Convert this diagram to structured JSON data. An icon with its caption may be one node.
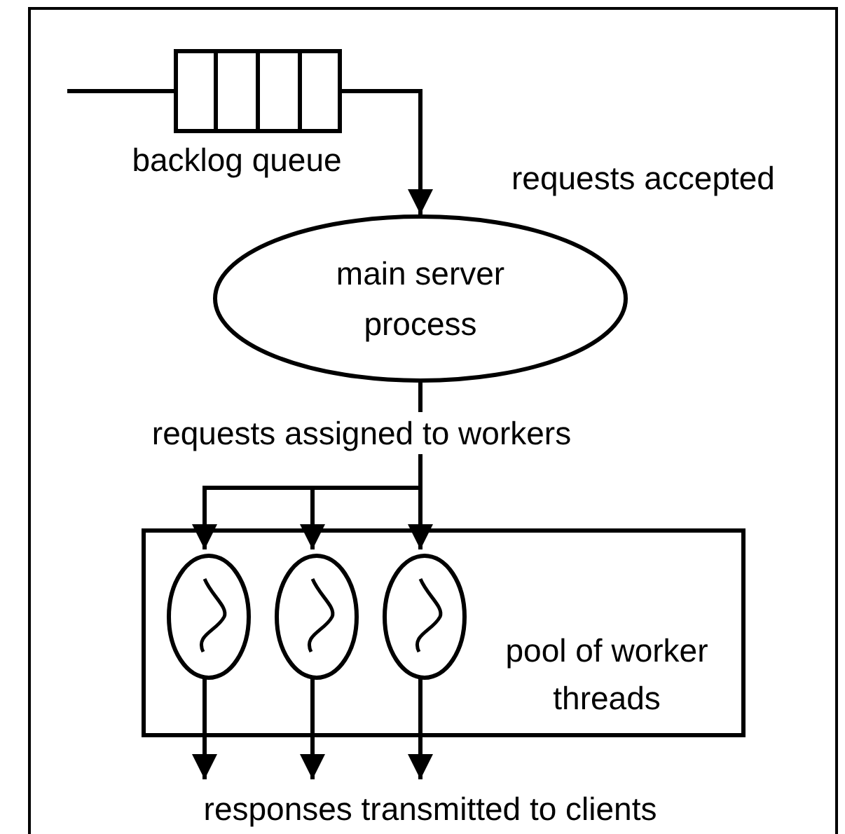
{
  "diagram": {
    "nodes": [
      {
        "text": [
          "backlog queue"
        ]
      },
      {
        "text": [
          "main server process"
        ]
      },
      {
        "text": [
          "pool of worker threads"
        ]
      },
      {
        "text": [],
        "shape": "ellipse",
        "in": 2
      },
      {
        "text": [],
        "shape": "ellipse",
        "in": 2
      },
      {
        "text": [],
        "shape": "ellipse",
        "in": 2
      },
      {
        "text": [
          "responses transmitted to clients"
        ]
      }
    ],
    "edges": [
      {
        "from": null,
        "to": 0,
        "arrow": "none"
      },
      {
        "from": 0,
        "to": 1,
        "arrow": "to"
      },
      {
        "from": 1,
        "to": 3,
        "arrow": "to"
      },
      {
        "from": 1,
        "to": 4,
        "arrow": "to"
      },
      {
        "from": 1,
        "to": 5,
        "arrow": "to"
      },
      {
        "from": 3,
        "to": 6,
        "arrow": "to"
      },
      {
        "from": 4,
        "to": 6,
        "arrow": "to"
      },
      {
        "from": 5,
        "to": 6,
        "arrow": "to"
      }
    ],
    "labels": [
      "requests accepted",
      "requests assigned to workers"
    ]
  }
}
